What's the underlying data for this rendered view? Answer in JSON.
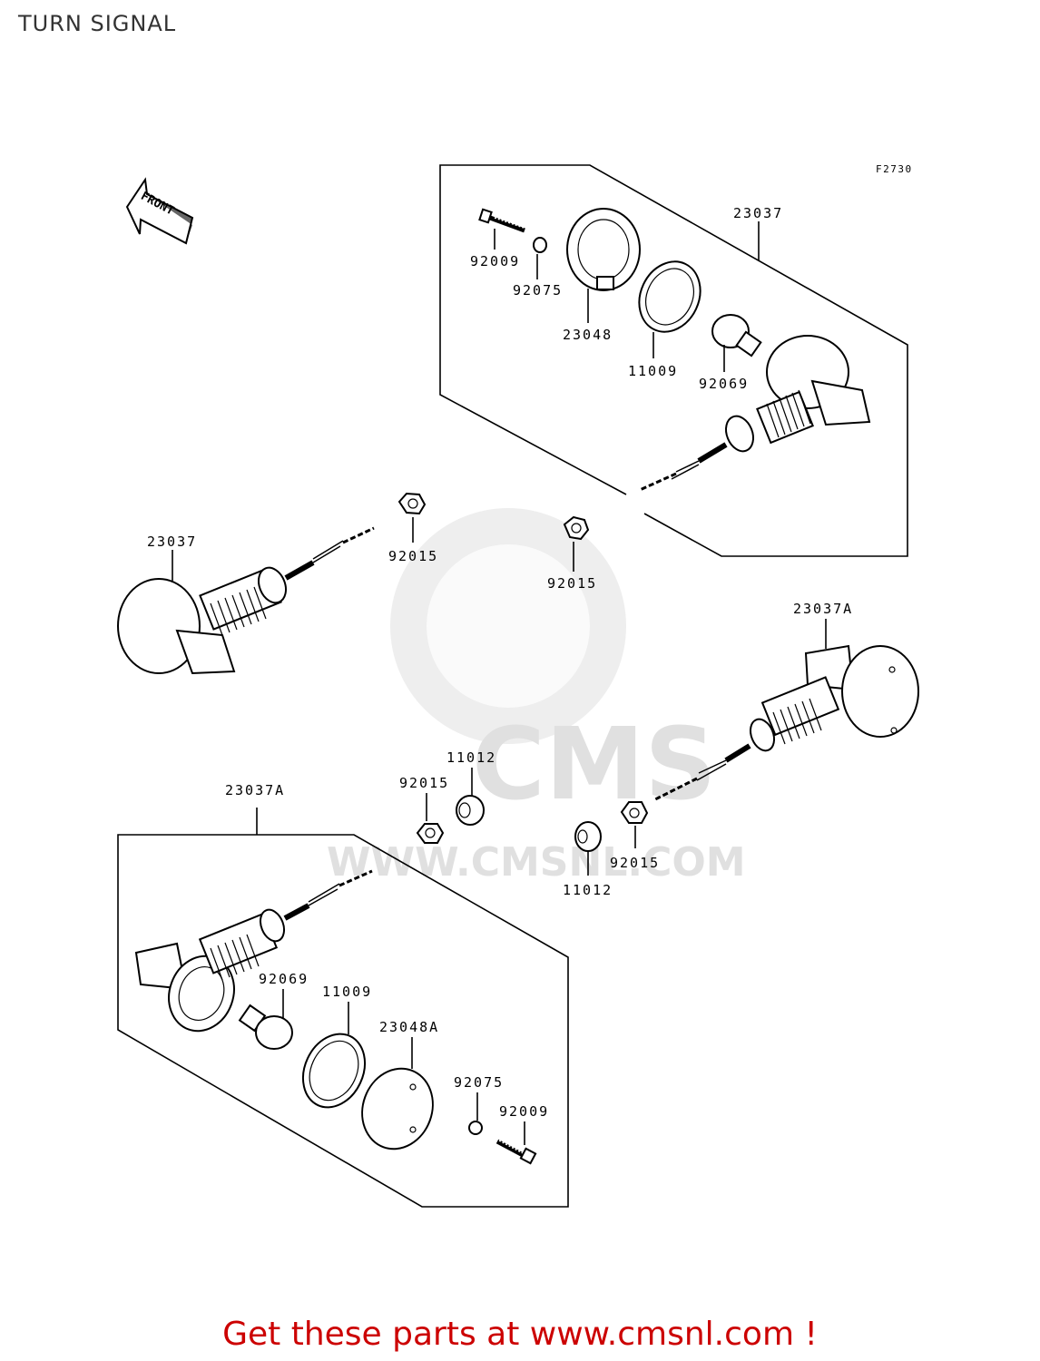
{
  "page": {
    "title": "TURN SIGNAL"
  },
  "diagram": {
    "figure_code": "F2730",
    "front_arrow_label": "FRONT",
    "watermark": {
      "brand": "CMS",
      "url": "WWW.CMSNL.COM"
    },
    "upper_right_box": {
      "assembly_label": "23037",
      "labels": [
        "92009",
        "92075",
        "23048",
        "11009",
        "92069"
      ]
    },
    "left_signal": {
      "assembly_label": "23037",
      "nut_label": "92015"
    },
    "upper_center_nut": {
      "label": "92015"
    },
    "right_signal": {
      "assembly_label": "23037A",
      "nut_label": "92015",
      "spacer_label": "11012"
    },
    "center_parts": {
      "nut_label": "92015",
      "spacer_label": "11012"
    },
    "lower_left_box": {
      "assembly_label": "23037A",
      "labels": [
        "92069",
        "11009",
        "23048A",
        "92075",
        "92009"
      ]
    }
  },
  "footer": {
    "cta": "Get these parts at www.cmsnl.com !",
    "color": "#cc0000"
  }
}
